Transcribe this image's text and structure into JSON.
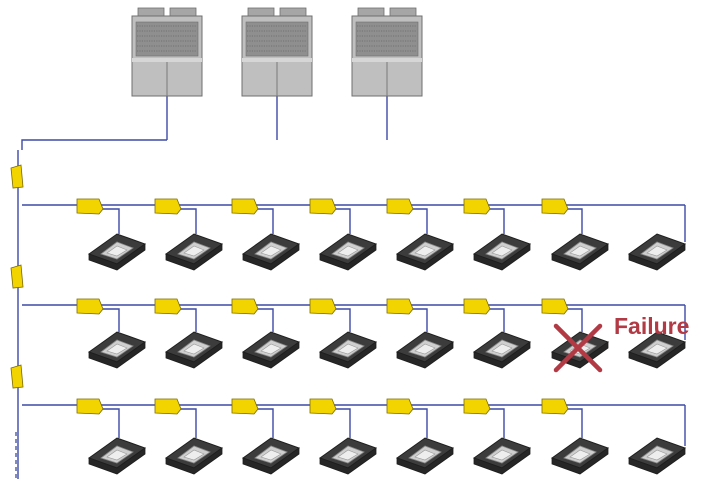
{
  "failure_label": "Failure",
  "colors": {
    "pipe": "#3d4aa6",
    "branch_kit": "#f2d400",
    "branch_kit_stroke": "#7a6a00",
    "outdoor_unit_body": "#bfbfbf",
    "outdoor_unit_grille": "#8f8f8f",
    "indoor_unit": "#3c3c3c",
    "failure_mark": "#b23a45"
  },
  "icons": {
    "outdoor_unit": "outdoor-unit-icon",
    "branch_kit": "branch-joint-icon",
    "indoor_unit": "ceiling-cassette-indoor-unit-icon",
    "failure": "x-mark-icon"
  },
  "counts": {
    "outdoor_units": 3,
    "rows": 3,
    "indoor_units_per_row": 8
  },
  "failed_unit": {
    "row": 2,
    "unit": 7
  }
}
